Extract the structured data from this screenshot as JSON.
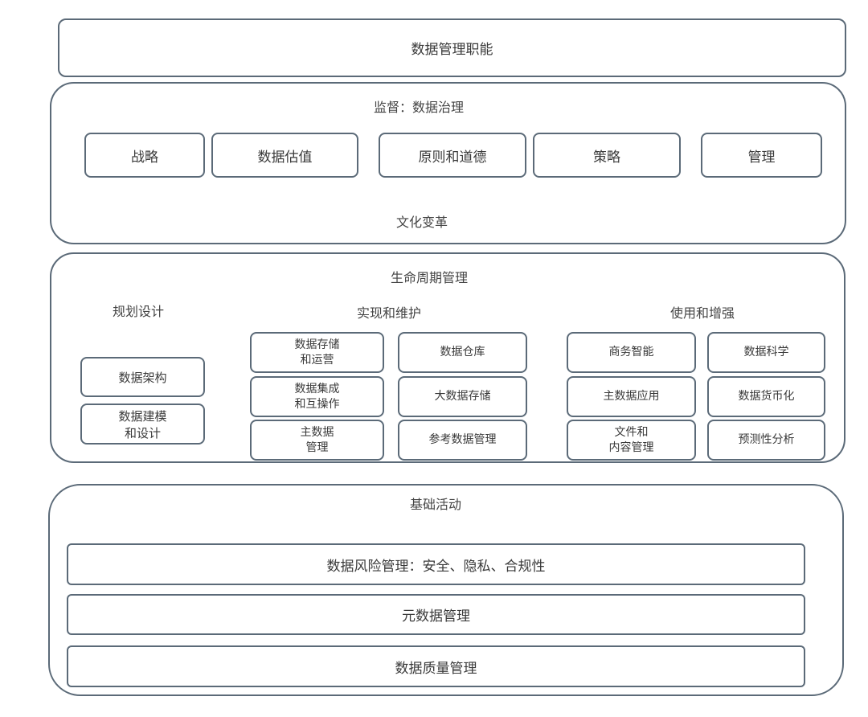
{
  "title": "数据管理职能",
  "governance": {
    "heading": "监督：数据治理",
    "items": [
      "战略",
      "数据估值",
      "原则和道德",
      "策略",
      "管理"
    ],
    "footer": "文化变革"
  },
  "lifecycle": {
    "heading": "生命周期管理",
    "planning": {
      "heading": "规划设计",
      "items": [
        "数据架构",
        "数据建模\n和设计"
      ]
    },
    "implementation": {
      "heading": "实现和维护",
      "items": [
        "数据存储\n和运营",
        "数据仓库",
        "数据集成\n和互操作",
        "大数据存储",
        "主数据\n管理",
        "参考数据管理"
      ]
    },
    "usage": {
      "heading": "使用和增强",
      "items": [
        "商务智能",
        "数据科学",
        "主数据应用",
        "数据货币化",
        "文件和\n内容管理",
        "预测性分析"
      ]
    }
  },
  "foundation": {
    "heading": "基础活动",
    "items": [
      "数据风险管理：安全、隐私、合规性",
      "元数据管理",
      "数据质量管理"
    ]
  }
}
